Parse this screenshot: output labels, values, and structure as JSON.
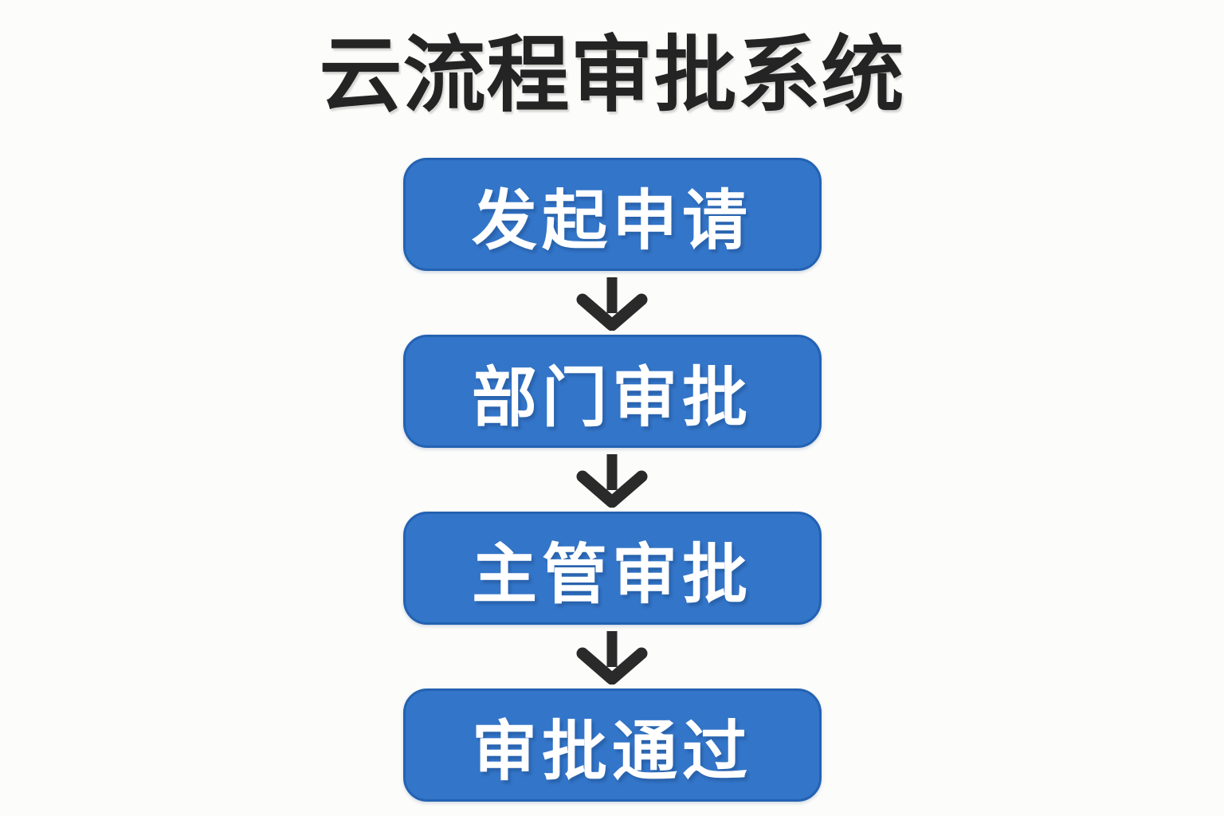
{
  "title": "云流程审批系统",
  "flow": {
    "steps": [
      {
        "label": "发起申请"
      },
      {
        "label": "部门审批"
      },
      {
        "label": "主管审批"
      },
      {
        "label": "审批通过"
      }
    ],
    "connector": "down-arrow-icon"
  },
  "colors": {
    "background": "#FCFCFA",
    "node_fill": "#3375C8",
    "node_border": "#2462B2",
    "node_text": "#FFFFFF",
    "title_text": "#242424",
    "arrow": "#2A2A2A"
  }
}
